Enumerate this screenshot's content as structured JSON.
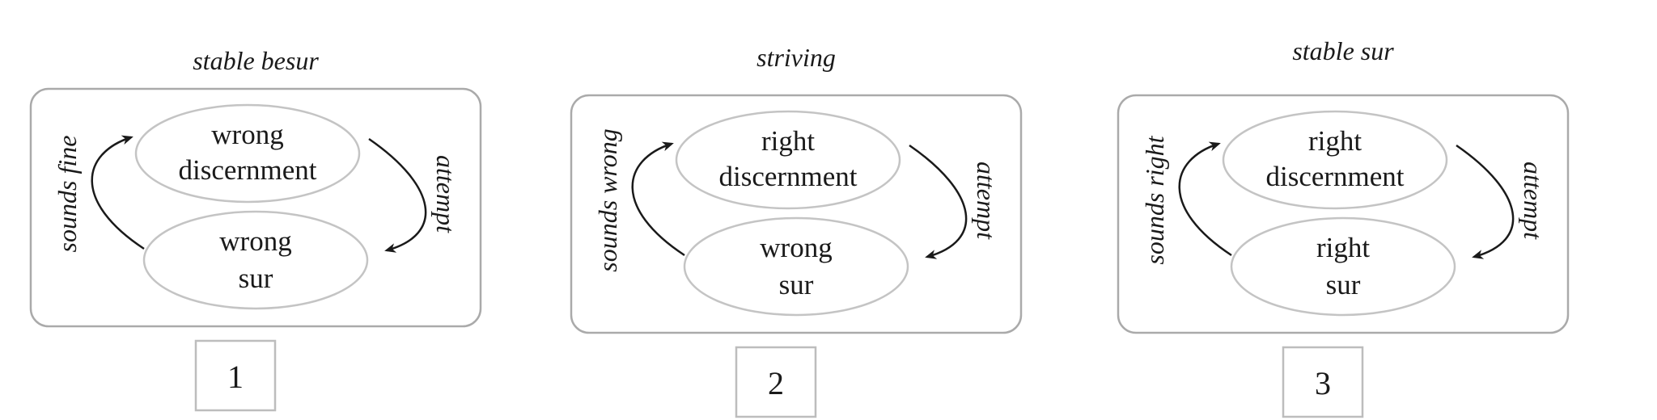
{
  "panels": [
    {
      "title": "stable besur",
      "top": {
        "line1": "wrong",
        "line2": "discernment"
      },
      "bottom": {
        "line1": "wrong",
        "line2": "sur"
      },
      "left_label": "sounds fine",
      "right_label": "attempt",
      "number": "1"
    },
    {
      "title": "striving",
      "top": {
        "line1": "right",
        "line2": "discernment"
      },
      "bottom": {
        "line1": "wrong",
        "line2": "sur"
      },
      "left_label": "sounds wrong",
      "right_label": "attempt",
      "number": "2"
    },
    {
      "title": "stable sur",
      "top": {
        "line1": "right",
        "line2": "discernment"
      },
      "bottom": {
        "line1": "right",
        "line2": "sur"
      },
      "left_label": "sounds right",
      "right_label": "attempt",
      "number": "3"
    }
  ]
}
